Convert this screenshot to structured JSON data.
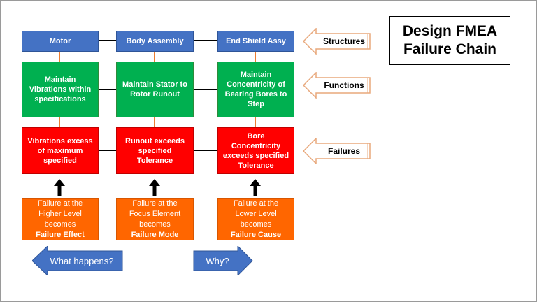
{
  "title": {
    "line1": "Design FMEA",
    "line2": "Failure Chain"
  },
  "structures": [
    "Motor",
    "Body Assembly",
    "End Shield Assy"
  ],
  "functions": [
    "Maintain Vibrations within specifications",
    "Maintain Stator to Rotor Runout",
    "Maintain Concentricity of Bearing Bores to Step"
  ],
  "failures": [
    "Vibrations excess of maximum specified",
    "Runout exceeds specified Tolerance",
    "Bore Concentricity exceeds specified Tolerance"
  ],
  "levels": [
    {
      "l1": "Failure at the",
      "l2": "Higher Level",
      "l3": "becomes",
      "bold": "Failure Effect"
    },
    {
      "l1": "Failure at the",
      "l2": "Focus Element",
      "l3": "becomes",
      "bold": "Failure Mode"
    },
    {
      "l1": "Failure at the",
      "l2": "Lower Level",
      "l3": "becomes",
      "bold": "Failure Cause"
    }
  ],
  "side_labels": {
    "structures": "Structures",
    "functions": "Functions",
    "failures": "Failures"
  },
  "bottom_arrows": {
    "left": "What happens?",
    "right": "Why?"
  },
  "colors": {
    "structure": "#4472c4",
    "function": "#00b050",
    "failure": "#ff0000",
    "level": "#ff6600",
    "nav_arrow": "#4472c4",
    "connector": "#ed7d31"
  }
}
